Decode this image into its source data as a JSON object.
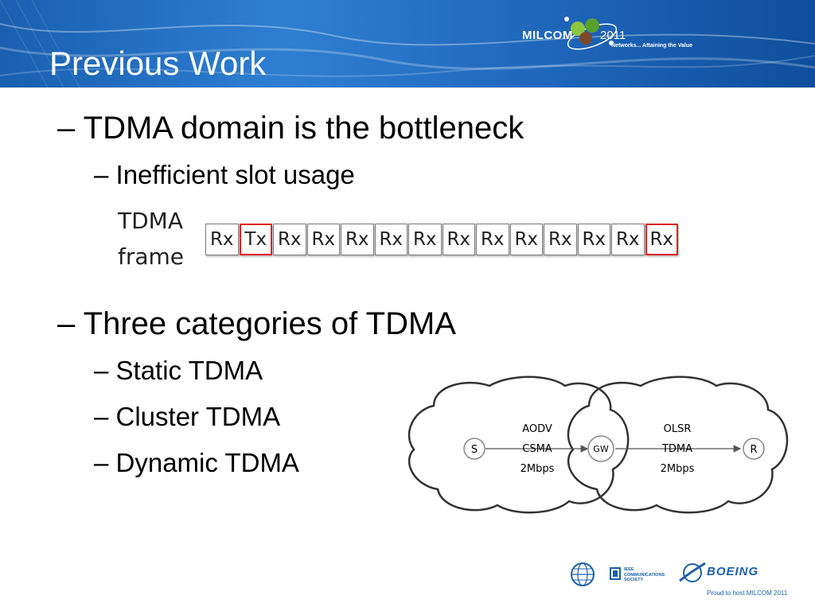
{
  "header": {
    "title": "Previous Work",
    "brand_name": "MILCOM",
    "brand_year": "2011",
    "brand_tagline": "Networks... Attaining the Value"
  },
  "bullets": {
    "b1": "– TDMA domain is the bottleneck",
    "b1_sub": "– Inefficient slot usage",
    "b2": "– Three categories of TDMA",
    "b2_subs": [
      "– Static TDMA",
      "– Cluster TDMA",
      "– Dynamic TDMA"
    ]
  },
  "tdma_frame": {
    "label_line1": "TDMA",
    "label_line2": "frame",
    "slots": [
      {
        "label": "Rx",
        "highlight": false
      },
      {
        "label": "Tx",
        "highlight": true
      },
      {
        "label": "Rx",
        "highlight": false
      },
      {
        "label": "Rx",
        "highlight": false
      },
      {
        "label": "Rx",
        "highlight": false
      },
      {
        "label": "Rx",
        "highlight": false
      },
      {
        "label": "Rx",
        "highlight": false
      },
      {
        "label": "Rx",
        "highlight": false
      },
      {
        "label": "Rx",
        "highlight": false
      },
      {
        "label": "Rx",
        "highlight": false
      },
      {
        "label": "Rx",
        "highlight": false
      },
      {
        "label": "Rx",
        "highlight": false
      },
      {
        "label": "Rx",
        "highlight": false
      },
      {
        "label": "Rx",
        "highlight": true
      }
    ],
    "highlight_color": "#e02020"
  },
  "diagram": {
    "nodes": {
      "source": "S",
      "gateway": "GW",
      "receiver": "R"
    },
    "left_cloud": [
      "AODV",
      "CSMA",
      "2Mbps"
    ],
    "right_cloud": [
      "OLSR",
      "TDMA",
      "2Mbps"
    ]
  },
  "footer": {
    "ieee_label_lines": [
      "IEEE",
      "COMMUNICATIONS",
      "SOCIETY"
    ],
    "boeing": "BOEING",
    "host_text": "Proud to host MILCOM 2011"
  },
  "colors": {
    "header_blue": "#1d64b8",
    "brand_blue": "#1d5fa8"
  }
}
